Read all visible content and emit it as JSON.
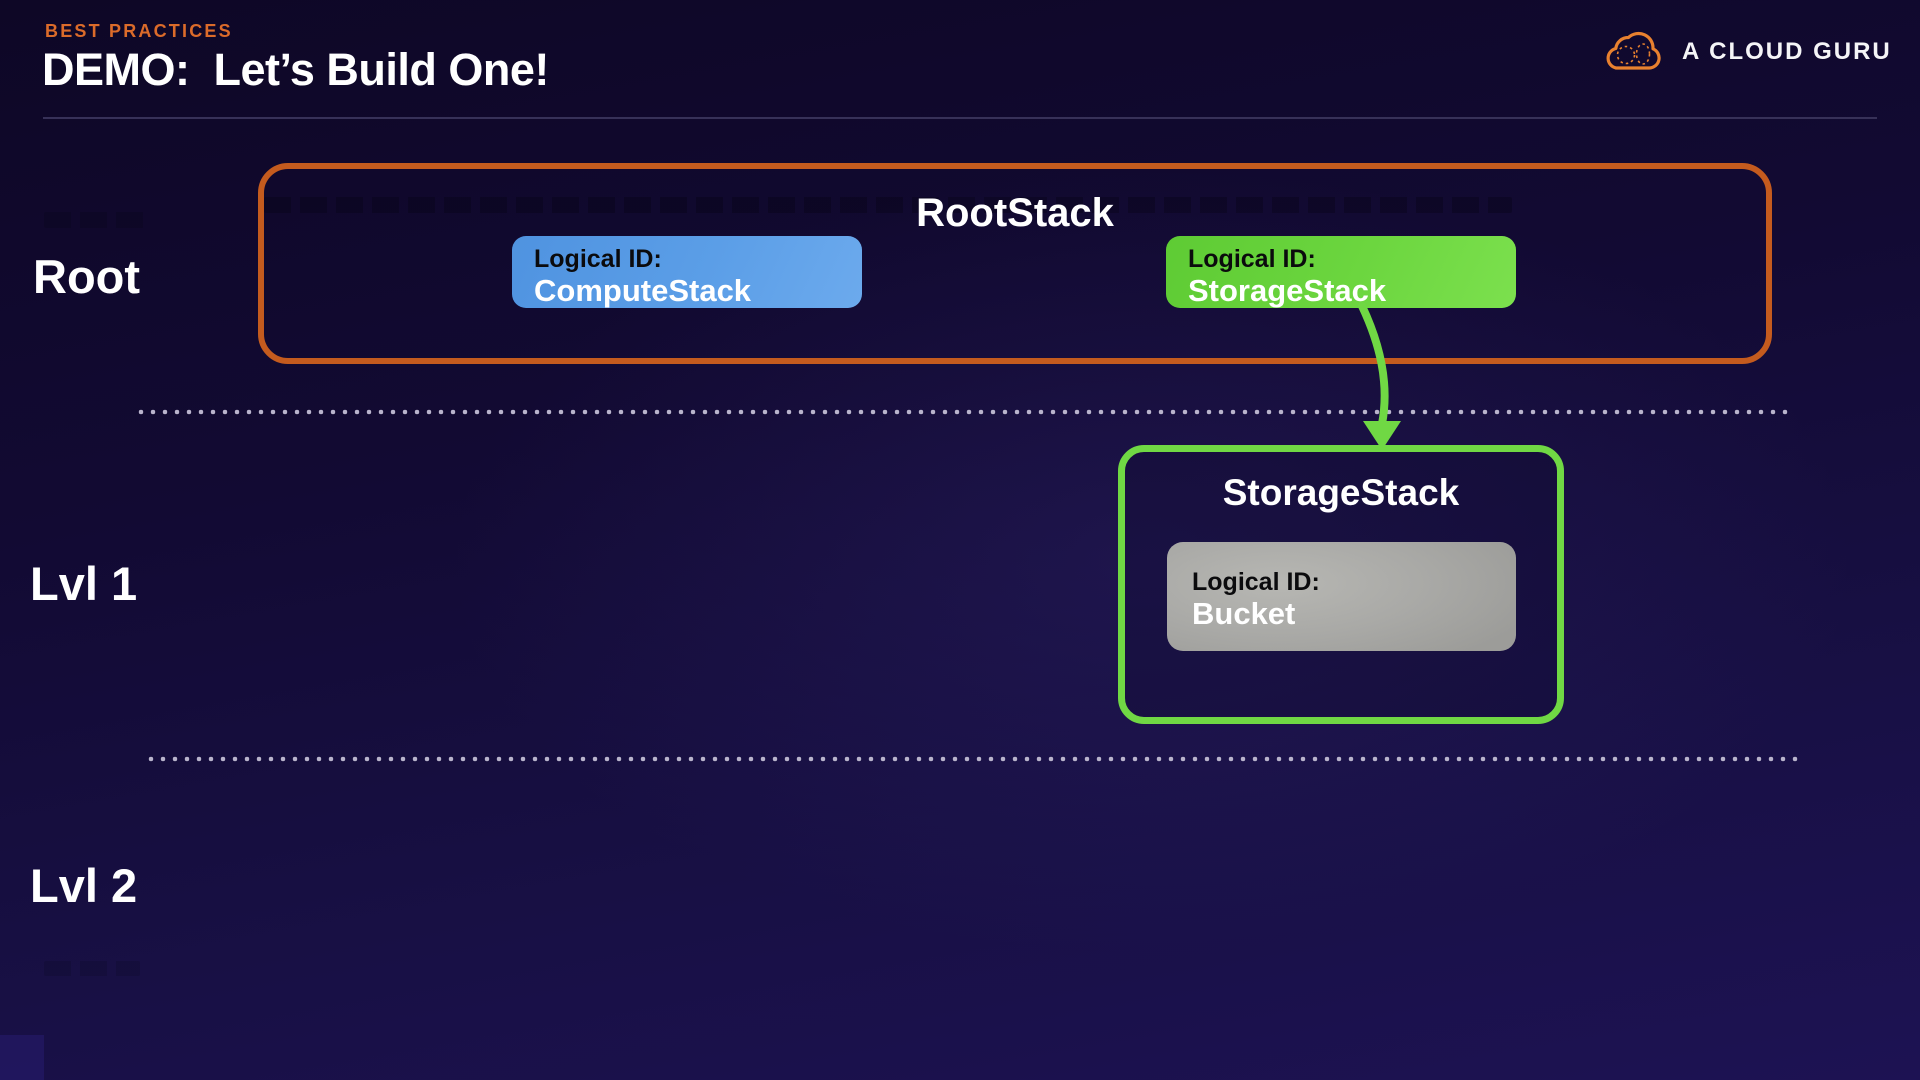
{
  "slide": {
    "eyebrow": "BEST PRACTICES",
    "title": "DEMO:  Let’s Build One!",
    "brand": {
      "name": "A CLOUD GURU",
      "icon": "cloud-outline-icon"
    }
  },
  "row_labels": {
    "root": "Root",
    "lvl1": "Lvl 1",
    "lvl2": "Lvl 2"
  },
  "diagram": {
    "root_stack": {
      "title": "RootStack",
      "children": [
        {
          "label": "Logical ID:",
          "name": "ComputeStack",
          "color": "#569AE6"
        },
        {
          "label": "Logical ID:",
          "name": "StorageStack",
          "color": "#6CD63F"
        }
      ]
    },
    "nested_stack": {
      "title": "StorageStack",
      "resources": [
        {
          "label": "Logical ID:",
          "name": "Bucket",
          "color": "#A8A8A6"
        }
      ]
    }
  },
  "colors": {
    "accent_orange": "#DB6B2A",
    "root_border_orange": "#C45B1E",
    "nested_border_green": "#70D844",
    "arrow_green": "#70D844",
    "dot_color": "#B9B4CC",
    "background_top": "#0E0726",
    "background_bottom": "#1D1253"
  }
}
